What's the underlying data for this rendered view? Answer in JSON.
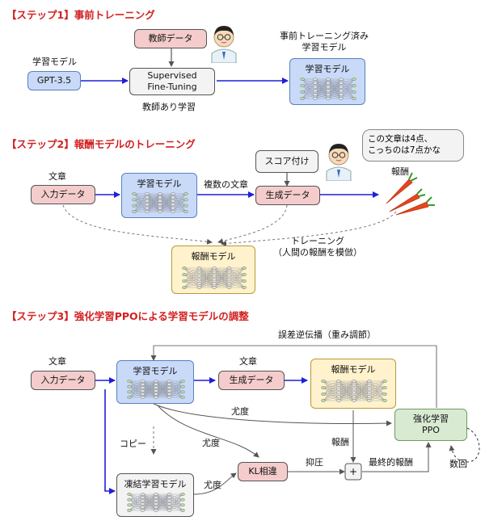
{
  "step1": {
    "title": "【ステップ1】事前トレーニング",
    "teacher_data": "教師データ",
    "model_label": "学習モデル",
    "gpt": "GPT-3.5",
    "sft_line1": "Supervised",
    "sft_line2": "Fine-Tuning",
    "supervised_learning": "教師あり学習",
    "pretrained_line1": "事前トレーニング済み",
    "pretrained_line2": "学習モデル",
    "learning_model": "学習モデル"
  },
  "step2": {
    "title": "【ステップ2】報酬モデルのトレーニング",
    "sentence": "文章",
    "input_data": "入力データ",
    "learning_model": "学習モデル",
    "multiple_sentences": "複数の文章",
    "scoring": "スコア付け",
    "generated_data": "生成データ",
    "speech_line1": "この文章は4点、",
    "speech_line2": "こっちのは7点かな",
    "reward": "報酬",
    "training_line1": "トレーニング",
    "training_line2": "（人間の報酬を模倣）",
    "reward_model": "報酬モデル"
  },
  "step3": {
    "title": "【ステップ3】強化学習PPOによる学習モデルの調整",
    "backprop": "誤差逆伝播（重み調節）",
    "sentence1": "文章",
    "input_data": "入力データ",
    "learning_model": "学習モデル",
    "sentence2": "文章",
    "generated_data": "生成データ",
    "reward_model": "報酬モデル",
    "likelihood1": "尤度",
    "rl_line1": "強化学習",
    "rl_line2": "PPO",
    "copy": "コピー",
    "likelihood2": "尤度",
    "reward": "報酬",
    "suppress": "抑圧",
    "final_reward": "最終的報酬",
    "plus": "+",
    "times": "数回",
    "frozen_model": "凍結学習モデル",
    "likelihood3": "尤度",
    "kl": "KL相違"
  },
  "colors": {
    "title_red": "#d22020",
    "arrow_blue": "#1f1fd8",
    "carrot_orange": "#e8461e"
  }
}
